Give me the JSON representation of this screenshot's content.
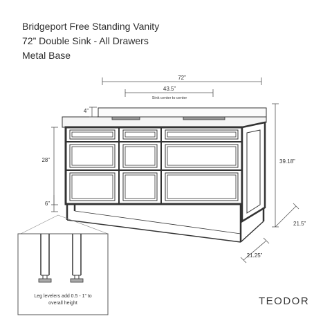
{
  "title": {
    "line1": "Bridgeport Free Standing Vanity",
    "line2": "72” Double Sink - All Drawers",
    "line3": "Metal Base"
  },
  "dimensions": {
    "overall_width": "72”",
    "sink_spacing": "43.5”",
    "sink_spacing_note": "Sink center to center",
    "backsplash_height": "4”",
    "cabinet_height": "28”",
    "leg_height": "6”",
    "overall_height": "39.18”",
    "side_depth": "21.5”",
    "bottom_depth": "21.25”"
  },
  "detail": {
    "note_line1": "Leg levelers add 0.5 - 1” to",
    "note_line2": "overall height"
  },
  "brand": "TEODOR"
}
